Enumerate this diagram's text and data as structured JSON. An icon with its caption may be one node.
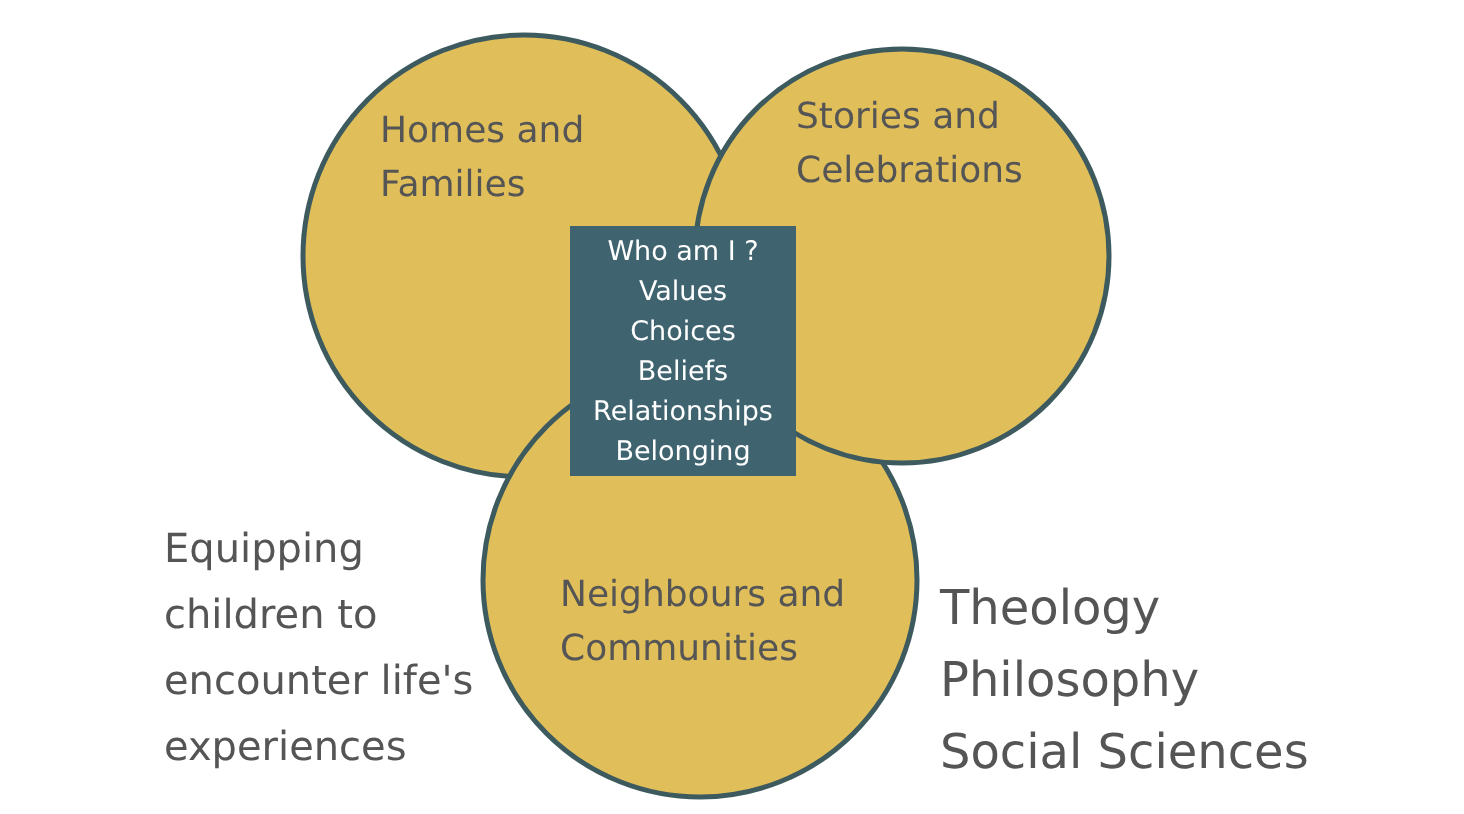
{
  "diagram": {
    "nodes": [
      {
        "text": [
          "Homes and Families"
        ]
      },
      {
        "text": [
          "Stories and Celebrations"
        ]
      },
      {
        "text": [
          "Neighbours and Communities"
        ]
      },
      {
        "text": [
          "Who am I ?",
          "Values",
          "Choices",
          "Beliefs",
          "Relationships",
          "Belonging"
        ]
      }
    ],
    "edges": [],
    "labels": [
      "Equipping children to encounter life's experiences",
      "Theology",
      "Philosophy",
      "Social Sciences"
    ]
  }
}
